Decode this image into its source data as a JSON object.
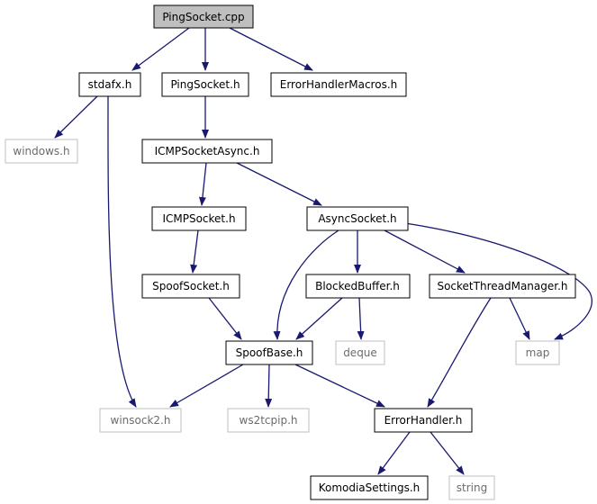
{
  "colors": {
    "edge": "#191970",
    "root_fill": "#bfbfbf",
    "node_border": "#000000",
    "system_border": "#bfbfbf",
    "system_text": "#6b6b6b"
  },
  "nodes": {
    "pingsocket_cpp": {
      "label": "PingSocket.cpp",
      "kind": "root"
    },
    "stdafx_h": {
      "label": "stdafx.h",
      "kind": "local"
    },
    "pingsocket_h": {
      "label": "PingSocket.h",
      "kind": "local"
    },
    "errorhandlermacros_h": {
      "label": "ErrorHandlerMacros.h",
      "kind": "local"
    },
    "windows_h": {
      "label": "windows.h",
      "kind": "system"
    },
    "icmpsocketasync_h": {
      "label": "ICMPSocketAsync.h",
      "kind": "local"
    },
    "icmpsocket_h": {
      "label": "ICMPSocket.h",
      "kind": "local"
    },
    "asyncsocket_h": {
      "label": "AsyncSocket.h",
      "kind": "local"
    },
    "spoofsocket_h": {
      "label": "SpoofSocket.h",
      "kind": "local"
    },
    "blockedbuffer_h": {
      "label": "BlockedBuffer.h",
      "kind": "local"
    },
    "socketthreadmanager_h": {
      "label": "SocketThreadManager.h",
      "kind": "local"
    },
    "spoofbase_h": {
      "label": "SpoofBase.h",
      "kind": "local"
    },
    "deque": {
      "label": "deque",
      "kind": "system"
    },
    "map": {
      "label": "map",
      "kind": "system"
    },
    "winsock2_h": {
      "label": "winsock2.h",
      "kind": "system"
    },
    "ws2tcpip_h": {
      "label": "ws2tcpip.h",
      "kind": "system"
    },
    "errorhandler_h": {
      "label": "ErrorHandler.h",
      "kind": "local"
    },
    "komodiasettings_h": {
      "label": "KomodiaSettings.h",
      "kind": "local"
    },
    "string": {
      "label": "string",
      "kind": "system"
    }
  },
  "edges": [
    {
      "from": "pingsocket_cpp",
      "to": "stdafx_h"
    },
    {
      "from": "pingsocket_cpp",
      "to": "pingsocket_h"
    },
    {
      "from": "pingsocket_cpp",
      "to": "errorhandlermacros_h"
    },
    {
      "from": "stdafx_h",
      "to": "windows_h"
    },
    {
      "from": "stdafx_h",
      "to": "winsock2_h"
    },
    {
      "from": "pingsocket_h",
      "to": "icmpsocketasync_h"
    },
    {
      "from": "icmpsocketasync_h",
      "to": "icmpsocket_h"
    },
    {
      "from": "icmpsocketasync_h",
      "to": "asyncsocket_h"
    },
    {
      "from": "icmpsocket_h",
      "to": "spoofsocket_h"
    },
    {
      "from": "spoofsocket_h",
      "to": "spoofbase_h"
    },
    {
      "from": "asyncsocket_h",
      "to": "spoofbase_h"
    },
    {
      "from": "asyncsocket_h",
      "to": "blockedbuffer_h"
    },
    {
      "from": "asyncsocket_h",
      "to": "socketthreadmanager_h"
    },
    {
      "from": "asyncsocket_h",
      "to": "map"
    },
    {
      "from": "blockedbuffer_h",
      "to": "spoofbase_h"
    },
    {
      "from": "blockedbuffer_h",
      "to": "deque"
    },
    {
      "from": "socketthreadmanager_h",
      "to": "map"
    },
    {
      "from": "socketthreadmanager_h",
      "to": "errorhandler_h"
    },
    {
      "from": "spoofbase_h",
      "to": "winsock2_h"
    },
    {
      "from": "spoofbase_h",
      "to": "ws2tcpip_h"
    },
    {
      "from": "spoofbase_h",
      "to": "errorhandler_h"
    },
    {
      "from": "errorhandler_h",
      "to": "komodiasettings_h"
    },
    {
      "from": "errorhandler_h",
      "to": "string"
    }
  ]
}
